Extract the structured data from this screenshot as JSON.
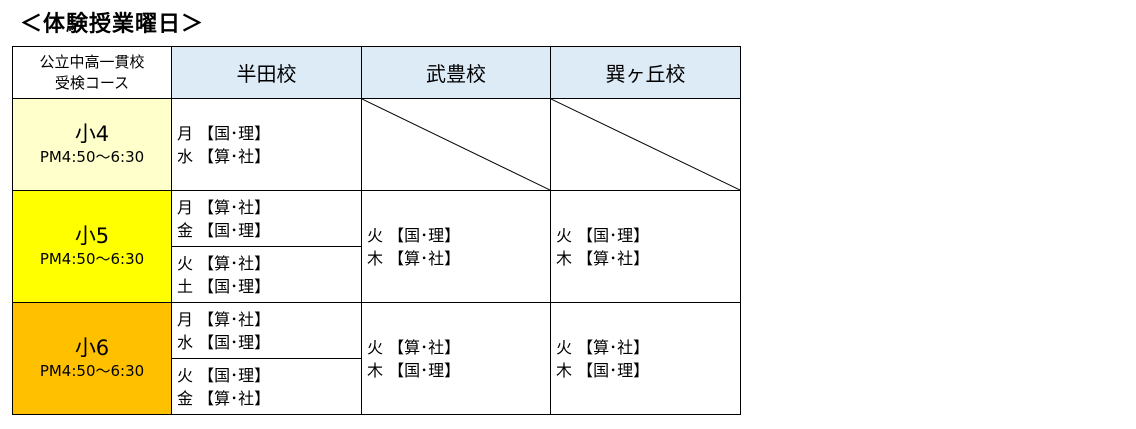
{
  "title": "＜体験授業曜日＞",
  "corner": [
    "公立中高一貫校",
    "受検コース"
  ],
  "schools": [
    "半田校",
    "武豊校",
    "巽ヶ丘校"
  ],
  "colors": {
    "header": "#ddebf7",
    "g4": "#ffffcc",
    "g5": "#ffff00",
    "g6": "#ffc000"
  },
  "rows": [
    {
      "grade": "小4",
      "time": "PM4:50～6:30",
      "handa": [
        "月 【国･理】",
        "水 【算･社】"
      ]
    },
    {
      "grade": "小5",
      "time": "PM4:50～6:30",
      "handa_a": [
        "月 【算･社】",
        "金 【国･理】"
      ],
      "handa_b": [
        "火 【算･社】",
        "土 【国･理】"
      ],
      "taketoyo": [
        "火 【国･理】",
        "木 【算･社】"
      ],
      "tatsumi": [
        "火 【国･理】",
        "木 【算･社】"
      ]
    },
    {
      "grade": "小6",
      "time": "PM4:50～6:30",
      "handa_a": [
        "月 【算･社】",
        "水 【国･理】"
      ],
      "handa_b": [
        "火 【国･理】",
        "金 【算･社】"
      ],
      "taketoyo": [
        "火 【算･社】",
        "木 【国･理】"
      ],
      "tatsumi": [
        "火 【算･社】",
        "木 【国･理】"
      ]
    }
  ]
}
